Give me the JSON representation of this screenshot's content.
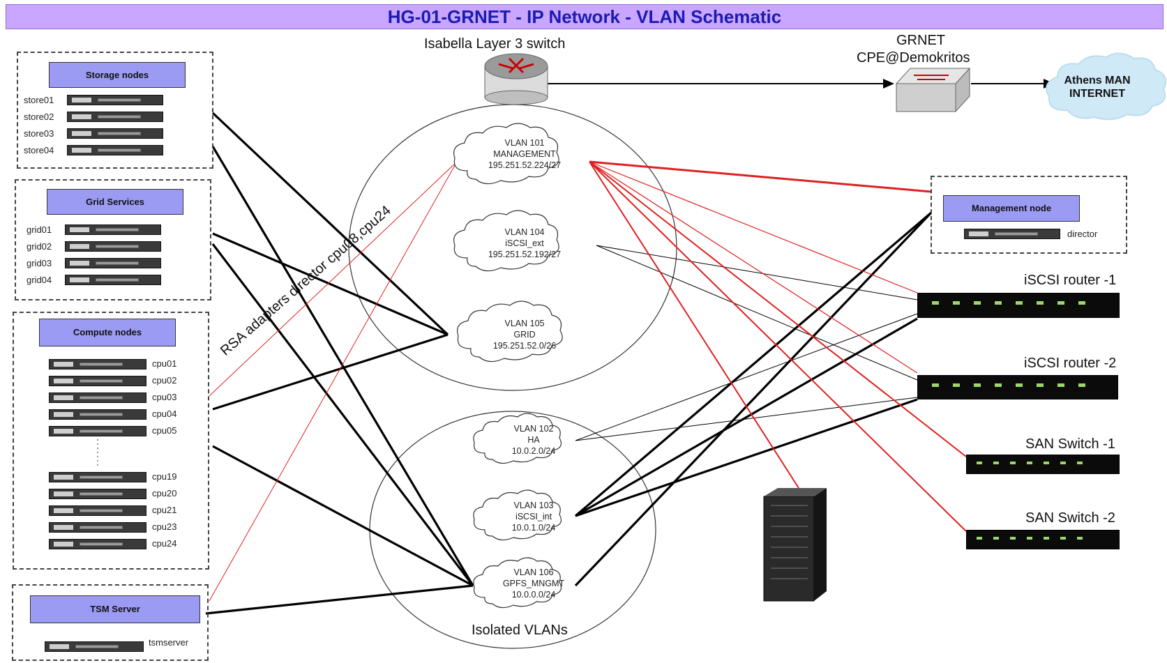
{
  "title": "HG-01-GRNET  - IP Network - VLAN Schematic",
  "core_switch_label": "Isabella Layer 3 switch",
  "cpe_label_line1": "GRNET",
  "cpe_label_line2": "CPE@Demokritos",
  "internet_line1": "Athens MAN",
  "internet_line2": "INTERNET",
  "rsa_note": "RSA adapters director cpu08,cpu24",
  "isolated_label": "Isolated VLANs",
  "storage": {
    "header": "Storage nodes",
    "nodes": [
      "store01",
      "store02",
      "store03",
      "store04"
    ]
  },
  "grid": {
    "header": "Grid Services",
    "nodes": [
      "grid01",
      "grid02",
      "grid03",
      "grid04"
    ]
  },
  "compute": {
    "header": "Compute nodes",
    "nodes_top": [
      "cpu01",
      "cpu02",
      "cpu03",
      "cpu04",
      "cpu05"
    ],
    "nodes_bottom": [
      "cpu19",
      "cpu20",
      "cpu21",
      "cpu23",
      "cpu24"
    ]
  },
  "tsm": {
    "header": "TSM Server",
    "node": "tsmserver"
  },
  "mgmt": {
    "header": "Management node",
    "node": "director"
  },
  "vlans": {
    "v101": {
      "l1": "VLAN 101",
      "l2": "MANAGEMENT",
      "l3": "195.251.52.224/27"
    },
    "v104": {
      "l1": "VLAN 104",
      "l2": "iSCSI_ext",
      "l3": "195.251.52.192/27"
    },
    "v105": {
      "l1": "VLAN 105",
      "l2": "GRID",
      "l3": "195.251.52.0/26"
    },
    "v102": {
      "l1": "VLAN 102",
      "l2": "HA",
      "l3": "10.0.2.0/24"
    },
    "v103": {
      "l1": "VLAN 103",
      "l2": "iSCSI_int",
      "l3": "10.0.1.0/24"
    },
    "v106": {
      "l1": "VLAN 106",
      "l2": "GPFS_MNGMT",
      "l3": "10.0.0.0/24"
    }
  },
  "devices": {
    "iscsi1": "iSCSI router -1",
    "iscsi2": "iSCSI router -2",
    "san1": "SAN Switch -1",
    "san2": "SAN Switch -2"
  },
  "colors": {
    "header_fill": "#9b9bf4",
    "title_fill": "#c9a6ff",
    "title_text": "#1b1bb0",
    "mgmt_link": "#e02020",
    "data_link": "#000000"
  }
}
